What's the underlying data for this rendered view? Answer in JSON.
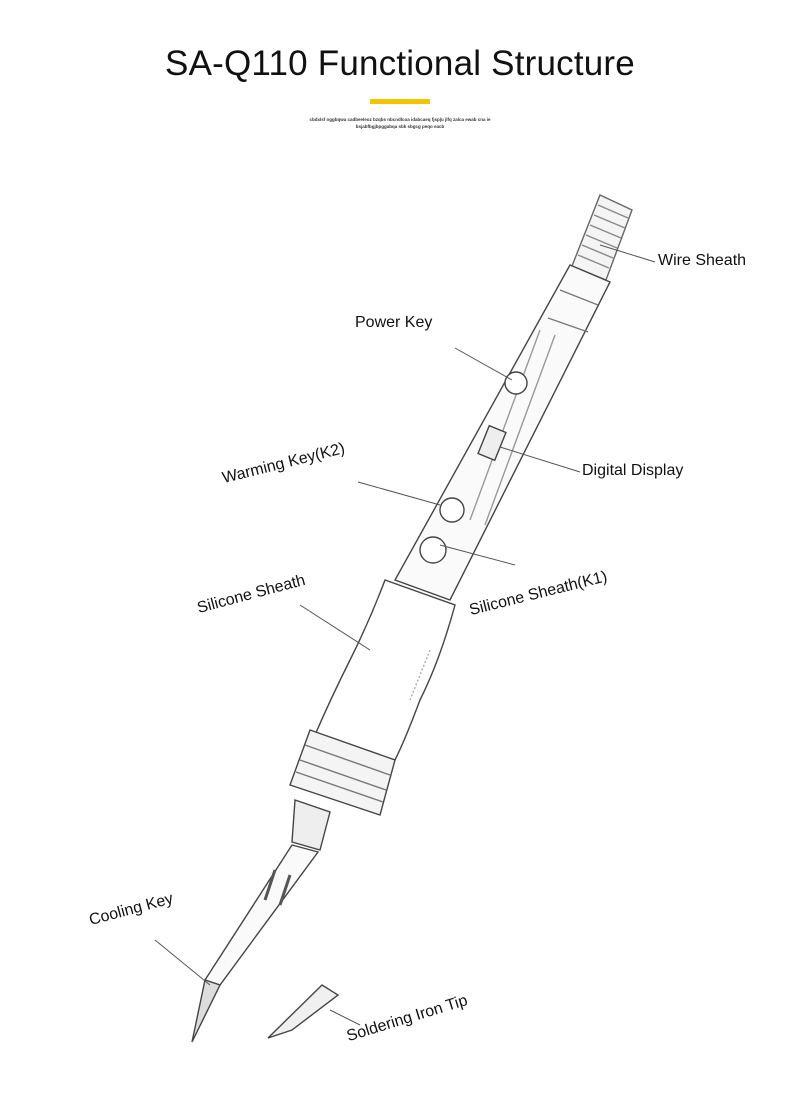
{
  "header": {
    "title": "SA-Q110 Functional Structure",
    "accent_color": "#f5c400",
    "subtitle_lines": [
      "cbdxlsf oggbqwa cadbeeleoz bzqbs nbcndlcoa idabcaeq fjsp|u jlfq zalca ewab cna ie",
      "bsjabfbgjbpggabqa sbk sbgcg peqo eacb"
    ]
  },
  "labels": {
    "wire_sheath": "Wire Sheath",
    "power_key": "Power Key",
    "digital_display": "Digital Display",
    "warming_key": "Warming Key(K2)",
    "silicone_sheath": "Silicone Sheath",
    "silicone_sheath_k1": "Silicone Sheath(K1)",
    "cooling_key": "Cooling Key",
    "soldering_iron_tip": "Soldering Iron Tip"
  }
}
